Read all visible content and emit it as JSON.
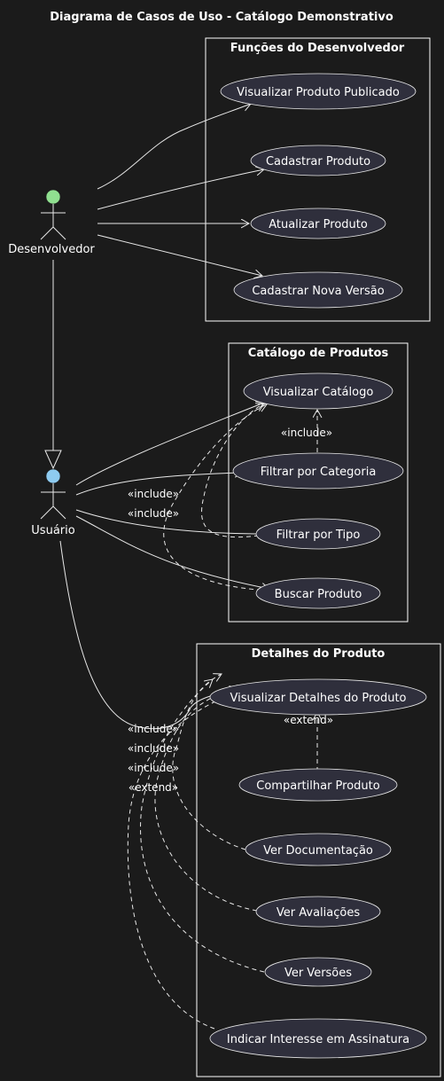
{
  "diagram": {
    "title": "Diagrama de Casos de Uso - Catálogo Demonstrativo",
    "actors": [
      {
        "id": "dev",
        "label": "Desenvolvedor",
        "color": "#90e090"
      },
      {
        "id": "user",
        "label": "Usuário",
        "color": "#8ecbf0"
      }
    ],
    "packages": [
      {
        "id": "dev_funcs",
        "label": "Funções do Desenvolvedor"
      },
      {
        "id": "catalog",
        "label": "Catálogo de Produtos"
      },
      {
        "id": "details",
        "label": "Detalhes do Produto"
      }
    ],
    "use_cases": {
      "uc1": "Visualizar Produto Publicado",
      "uc2": "Cadastrar Produto",
      "uc3": "Atualizar Produto",
      "uc4": "Cadastrar Nova Versão",
      "uc5": "Visualizar Catálogo",
      "uc6": "Filtrar por Categoria",
      "uc7": "Filtrar por Tipo",
      "uc8": "Buscar Produto",
      "uc9": "Visualizar Detalhes do Produto",
      "uc10": "Compartilhar Produto",
      "uc11": "Ver Documentação",
      "uc12": "Ver Avaliações",
      "uc13": "Ver Versões",
      "uc14": "Indicar Interesse em Assinatura"
    },
    "stereotypes": {
      "include": "«include»",
      "extend": "«extend»"
    }
  }
}
